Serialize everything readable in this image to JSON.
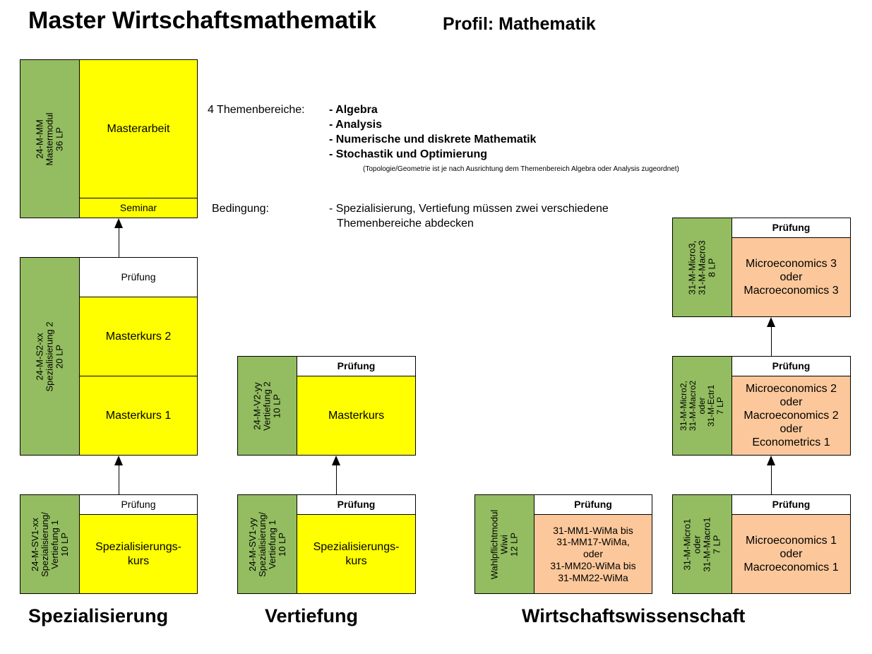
{
  "title": "Master Wirtschaftsmathematik",
  "profile": "Profil: Mathematik",
  "info": {
    "topics_label": "4 Themenbereiche:",
    "topics": [
      "- Algebra",
      "- Analysis",
      "- Numerische und diskrete Mathematik",
      "- Stochastik und Optimierung"
    ],
    "topics_note": "(Topologie/Geometrie ist je nach Ausrichtung dem Themenbereich Algebra oder Analysis zugeordnet)",
    "condition_label": "Bedingung:",
    "condition_line1": "- Spezialisierung, Vertiefung  müssen zwei verschiedene",
    "condition_line2": "Themenbereiche abdecken"
  },
  "master_module": {
    "side": "24-M-MM\nMastermodul\n36 LP",
    "main": "Masterarbeit",
    "seminar": "Seminar"
  },
  "spec2": {
    "side": "24-M-S2-xx\nSpezialisierung 2\n20 LP",
    "exam": "Prüfung",
    "course2": "Masterkurs 2",
    "course1": "Masterkurs 1"
  },
  "spec1": {
    "side": "24-M-SV1-xx\nSpezialisierung/\nVertiefung 1\n10 LP",
    "exam": "Prüfung",
    "course": "Spezialisierungs-\nkurs"
  },
  "vert2": {
    "side": "24-M-V2-yy\nVertiefung 2\n10 LP",
    "exam": "Prüfung",
    "course": "Masterkurs"
  },
  "vert1": {
    "side": "24-M-SV1-yy\nSpezialisierung/\nVertiefung 1\n10 LP",
    "exam": "Prüfung",
    "course": "Spezialisierungs-\nkurs"
  },
  "wiwi": {
    "side": "Wahlpflichtmodul\nWiwi\n12 LP",
    "exam": "Prüfung",
    "course": "31-MM1-WiMa bis\n31-MM17-WiMa,\noder\n31-MM20-WiMa bis\n31-MM22-WiMa"
  },
  "micro3": {
    "side": "31-M-Micro3,\n31-M-Macro3\n8 LP",
    "exam": "Prüfung",
    "course": "Microeconomics 3\noder\nMacroeconomics 3"
  },
  "micro2": {
    "side": "31-M-Micro2,\n31-M-Macro2\noder\n31-M-Ectr1\n7 LP",
    "exam": "Prüfung",
    "course": "Microeconomics 2\noder\nMacroeconomics 2\noder\nEconometrics 1"
  },
  "micro1": {
    "side": "31-M-Micro1\noder\n31-M-Macro1\n7 LP",
    "exam": "Prüfung",
    "course": "Microeconomics 1\noder\nMacroeconomics 1"
  },
  "labels": {
    "spezialisierung": "Spezialisierung",
    "vertiefung": "Vertiefung",
    "wirtschaft": "Wirtschaftswissenschaft"
  },
  "colors": {
    "side_green": "#93bd60",
    "course_yellow": "#ffff00",
    "course_orange": "#fcc89b"
  }
}
